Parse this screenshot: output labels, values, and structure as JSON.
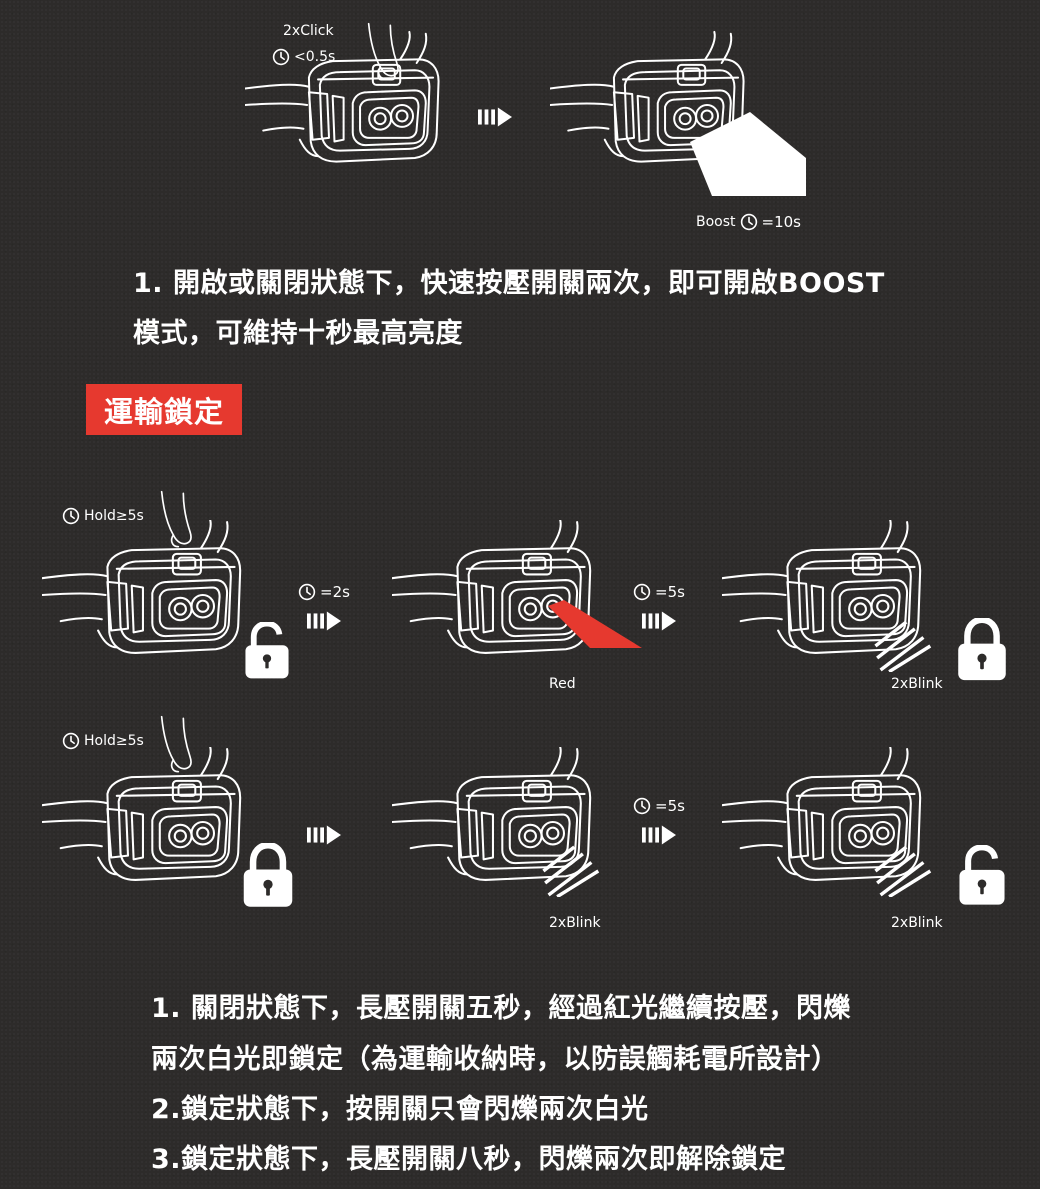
{
  "top": {
    "click_label": "2xClick",
    "click_time": "<0.5s",
    "boost_label": "Boost",
    "boost_time": "=10s"
  },
  "boost_text": {
    "line1": "1. 開啟或關閉狀態下，快速按壓開關兩次，即可開啟BOOST",
    "line2": "模式，可維持十秒最高亮度"
  },
  "section_badge": "運輸鎖定",
  "row1": {
    "hold_label": "Hold≥5s",
    "step1_time": "=2s",
    "step2_time": "=5s",
    "red_label": "Red",
    "blink_label": "2xBlink"
  },
  "row2": {
    "hold_label": "Hold≥5s",
    "step2_time": "=5s",
    "blink_label_1": "2xBlink",
    "blink_label_2": "2xBlink"
  },
  "lock_text": {
    "line1": "1.  關閉狀態下，長壓開關五秒，經過紅光繼續按壓，閃爍",
    "line2": "兩次白光即鎖定（為運輸收納時，以防誤觸耗電所設計）",
    "line3": "2.鎖定狀態下，按開關只會閃爍兩次白光",
    "line4": "3.鎖定狀態下，長壓開關八秒，閃爍兩次即解除鎖定"
  },
  "colors": {
    "background": "#2d2b2a",
    "accent_red": "#e6392f",
    "line": "#ffffff"
  }
}
